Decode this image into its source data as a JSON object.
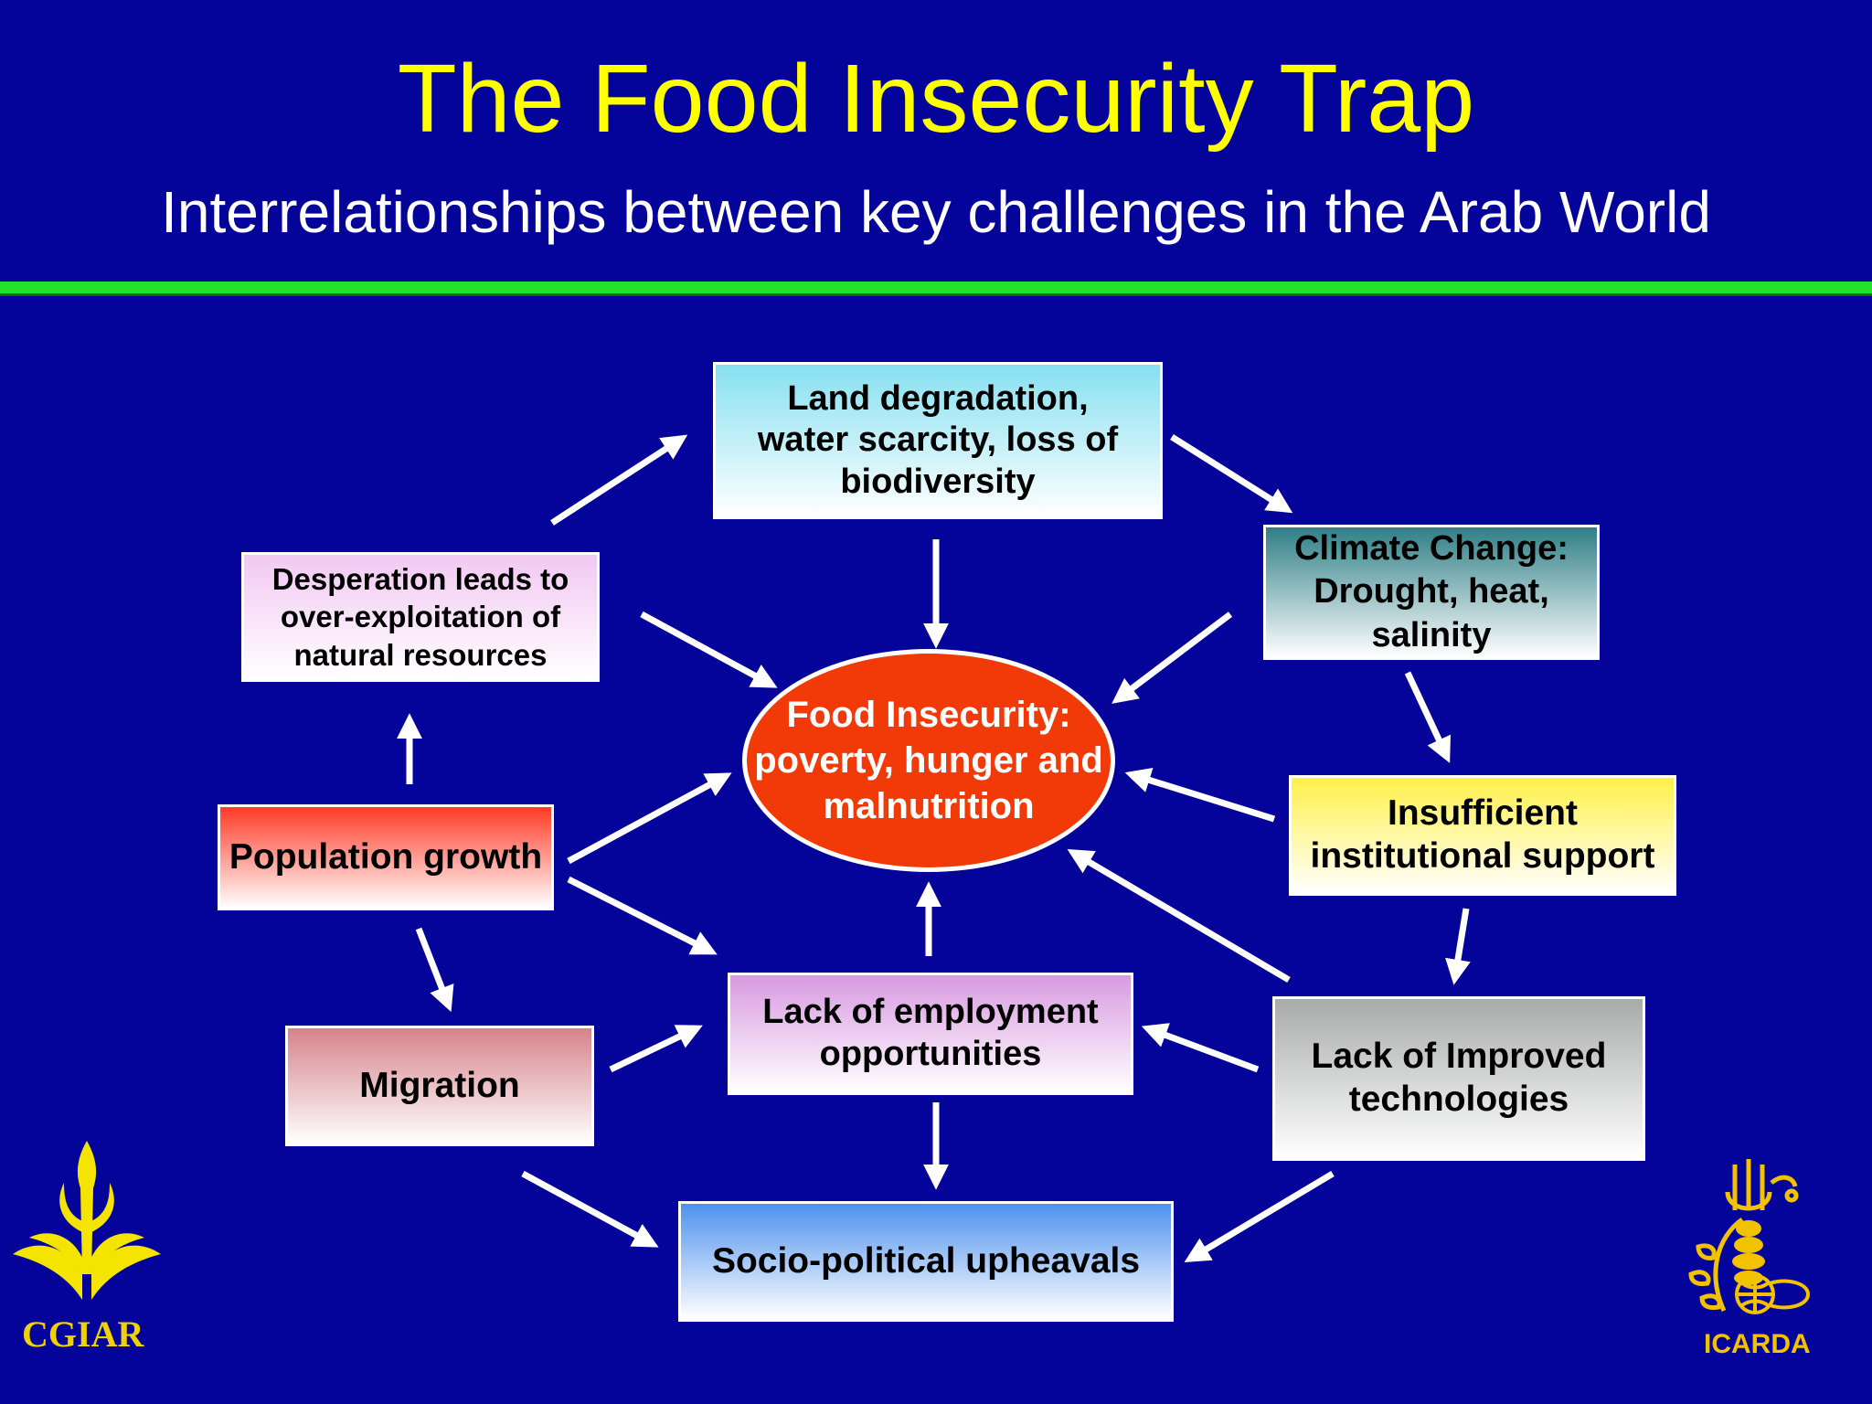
{
  "header": {
    "title": "The Food Insecurity Trap",
    "subtitle": "Interrelationships between key challenges in the Arab World"
  },
  "diagram": {
    "center": [
      "Food Insecurity:",
      "poverty, hunger",
      "and malnutrition"
    ],
    "land": [
      "Land degradation,",
      "water scarcity, loss of",
      "biodiversity"
    ],
    "climate": [
      "Climate Change:",
      "Drought, heat,",
      "salinity"
    ],
    "despair": [
      "Desperation leads to",
      "over-exploitation of",
      "natural resources"
    ],
    "population": [
      "Population growth"
    ],
    "institutional": [
      "Insufficient",
      "institutional support"
    ],
    "employment": [
      "Lack of employment",
      "opportunities"
    ],
    "migration": [
      "Migration"
    ],
    "technologies": [
      "Lack of Improved",
      "technologies"
    ],
    "socio": [
      "Socio-political upheavals"
    ]
  },
  "logos": {
    "left": "CGIAR",
    "right": "ICARDA"
  },
  "colors": {
    "background": "#04049a",
    "title": "#ffff00",
    "rule": "#22e22a",
    "center_fill": "#f23a08",
    "arrow": "#ffffff"
  }
}
